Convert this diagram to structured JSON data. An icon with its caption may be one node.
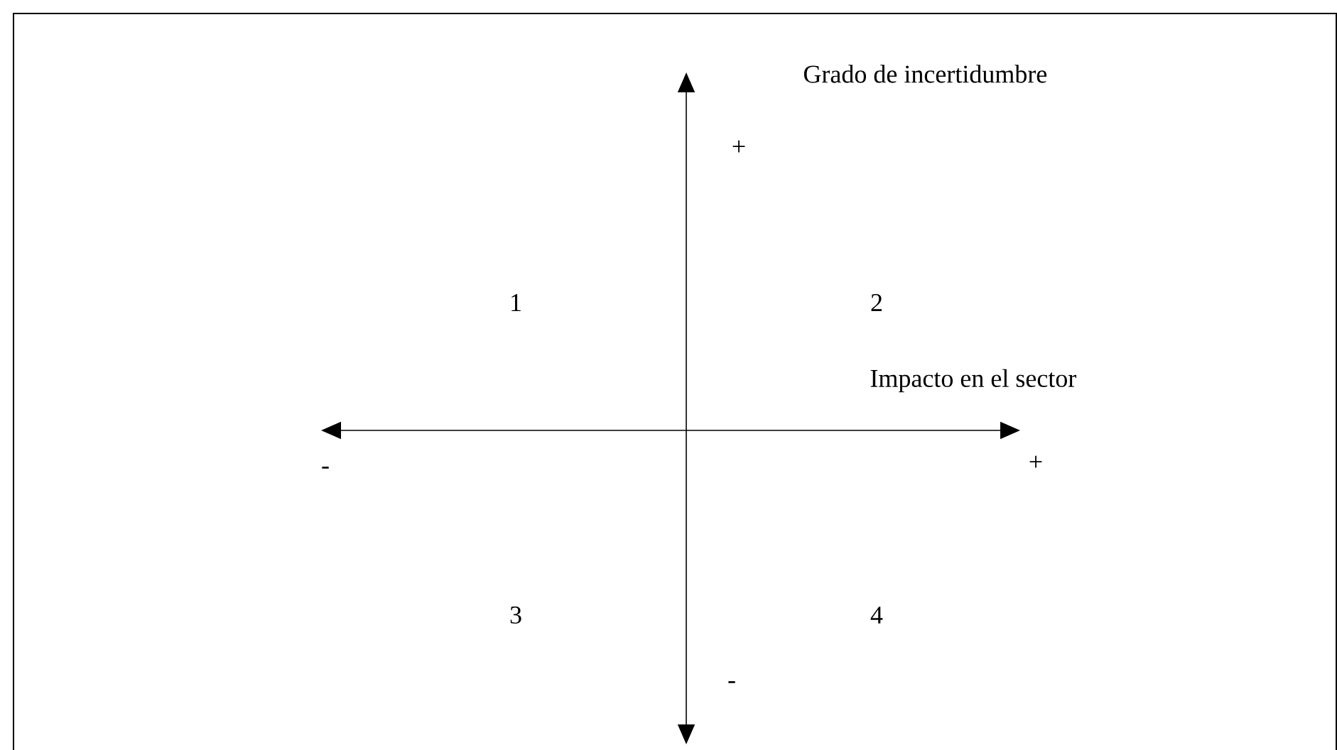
{
  "diagram": {
    "labels": [
      "Grado de incertidumbre",
      "+",
      "1",
      "2",
      "Impacto en el sector",
      "-",
      "+",
      "3",
      "4",
      "-"
    ]
  }
}
